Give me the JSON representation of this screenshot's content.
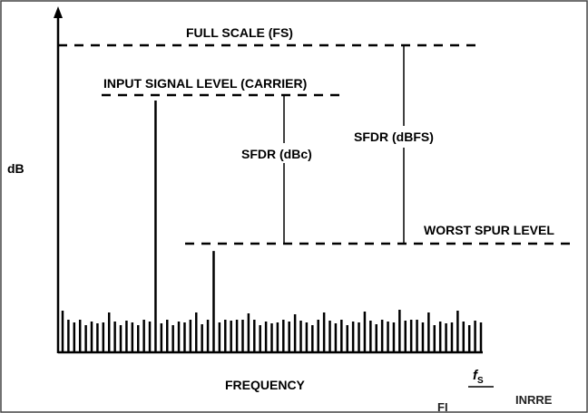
{
  "labels": {
    "y_axis": "dB",
    "x_axis": "FREQUENCY",
    "full_scale": "FULL SCALE (FS)",
    "input_signal": "INPUT SIGNAL LEVEL (CARRIER)",
    "sfdr_dbc": "SFDR (dBc)",
    "sfdr_dbfs": "SFDR (dBFS)",
    "worst_spur": "WORST SPUR LEVEL",
    "fs_marker": "f",
    "fs_subscript": "S",
    "corner_left": "FI",
    "corner_right": "INRRE"
  },
  "spectrum": {
    "bar_count": 73,
    "noise_heights": [
      36,
      36,
      33,
      36,
      30,
      34,
      32,
      33,
      36,
      34,
      30,
      35,
      33,
      30,
      36,
      34,
      35,
      32,
      36,
      30,
      34,
      33,
      36,
      35,
      31,
      36,
      34,
      33,
      36,
      35
    ],
    "carrier_bar_index": 16,
    "worst_spur_bar_index": 26,
    "level_fractions": {
      "full_scale": 1.0,
      "input_signal": 0.82,
      "worst_spur": 0.33
    },
    "noise_bumps": [
      {
        "index": 0,
        "extra": 10
      },
      {
        "index": 8,
        "extra": 8
      },
      {
        "index": 23,
        "extra": 9
      },
      {
        "index": 32,
        "extra": 10
      },
      {
        "index": 40,
        "extra": 12
      },
      {
        "index": 45,
        "extra": 10
      },
      {
        "index": 52,
        "extra": 9
      },
      {
        "index": 58,
        "extra": 11
      },
      {
        "index": 63,
        "extra": 8
      },
      {
        "index": 68,
        "extra": 10
      }
    ]
  }
}
